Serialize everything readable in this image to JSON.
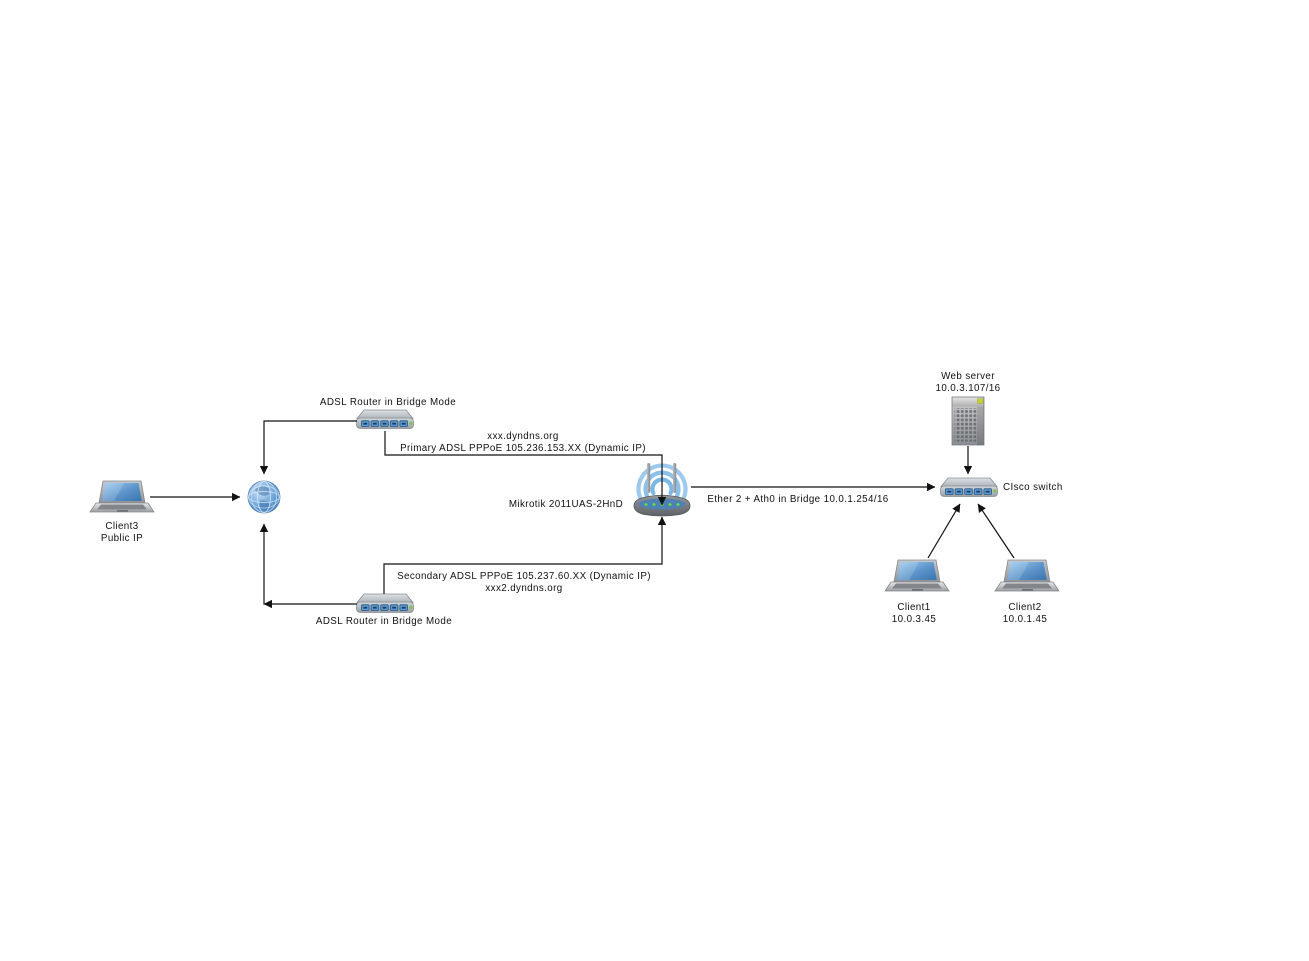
{
  "title": "Dual-WAN network diagram",
  "nodes": {
    "client3": {
      "label": "Client3",
      "sublabel": "Public IP"
    },
    "internet": {
      "label": ""
    },
    "adsl_router_top": {
      "label": "ADSL Router in Bridge Mode"
    },
    "adsl_router_bottom": {
      "label": "ADSL Router in Bridge Mode"
    },
    "mikrotik": {
      "label": "Mikrotik 2011UAS-2HnD"
    },
    "cisco_switch": {
      "label": "CIsco switch"
    },
    "web_server": {
      "label": "Web server",
      "sublabel": "10.0.3.107/16"
    },
    "client1": {
      "label": "Client1",
      "sublabel": "10.0.3.45"
    },
    "client2": {
      "label": "Client2",
      "sublabel": "10.0.1.45"
    }
  },
  "links": {
    "primary_adsl": {
      "line1": "xxx.dyndns.org",
      "line2": "Primary ADSL PPPoE 105.236.153.XX (Dynamic IP)"
    },
    "secondary_adsl": {
      "line1": "Secondary ADSL PPPoE 105.237.60.XX (Dynamic IP)",
      "line2": "xxx2.dyndns.org"
    },
    "lan_bridge": {
      "label": "Ether 2 + Ath0 in Bridge 10.0.1.254/16"
    }
  },
  "icons": {
    "client3": "laptop-icon",
    "client1": "laptop-icon",
    "client2": "laptop-icon",
    "internet": "internet-globe-icon",
    "adsl_router_top": "ethernet-switch-icon",
    "adsl_router_bottom": "ethernet-switch-icon",
    "mikrotik": "wireless-router-icon",
    "cisco_switch": "ethernet-switch-icon",
    "web_server": "server-tower-icon"
  },
  "colors": {
    "background": "#ffffff",
    "line": "#1a1a1a",
    "text": "#111111",
    "port_blue": "#5b9bd5",
    "wifi_blue": "#6db0e4",
    "led_green": "#7dc242",
    "screen_blue": "#4a84bd"
  }
}
